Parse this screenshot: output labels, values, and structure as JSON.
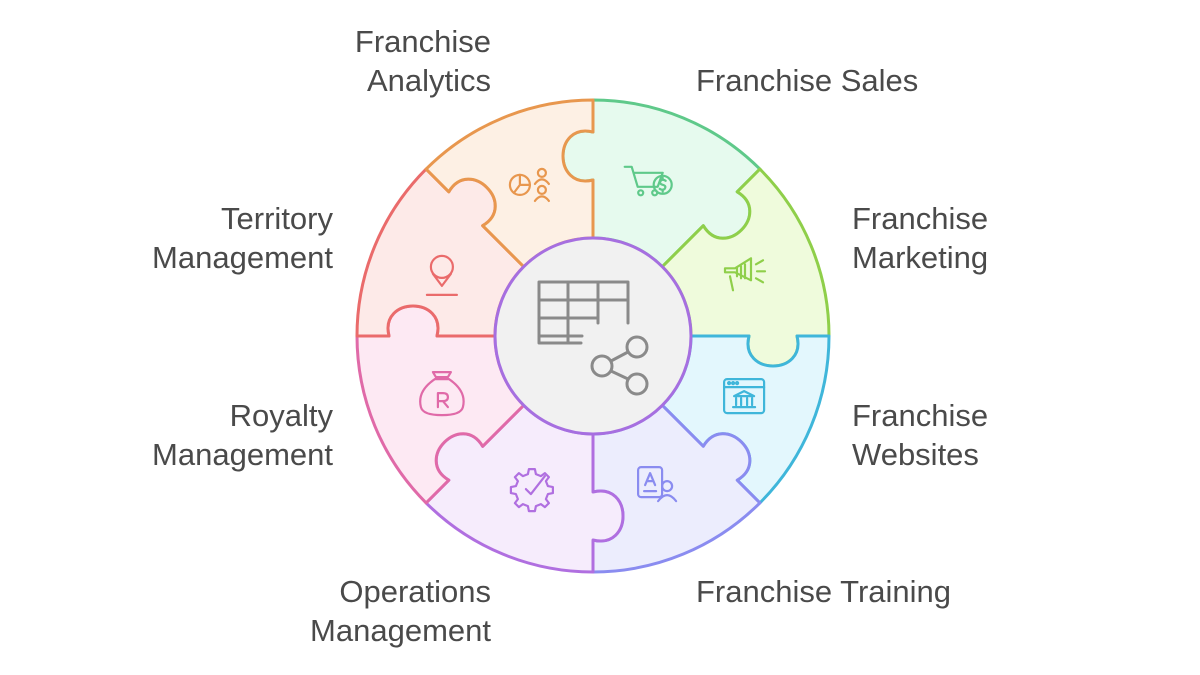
{
  "center": {
    "name": "central-hub",
    "icon": "table-share-icon"
  },
  "segments": [
    {
      "key": "sales",
      "lines": [
        "Franchise Sales"
      ],
      "icon": "cart-dollar-icon",
      "fill": "#e6faee",
      "stroke": "#5fc98a"
    },
    {
      "key": "marketing",
      "lines": [
        "Franchise",
        "Marketing"
      ],
      "icon": "megaphone-icon",
      "fill": "#effbdc",
      "stroke": "#8fcf4a"
    },
    {
      "key": "websites",
      "lines": [
        "Franchise",
        "Websites"
      ],
      "icon": "web-bank-icon",
      "fill": "#e3f7fd",
      "stroke": "#3fb6da"
    },
    {
      "key": "training",
      "lines": [
        "Franchise Training"
      ],
      "icon": "training-badge-icon",
      "fill": "#ecedfd",
      "stroke": "#8a8cf0"
    },
    {
      "key": "operations",
      "lines": [
        "Operations",
        "Management"
      ],
      "icon": "gear-check-icon",
      "fill": "#f6ecfc",
      "stroke": "#b06fe0"
    },
    {
      "key": "royalty",
      "lines": [
        "Royalty",
        "Management"
      ],
      "icon": "money-bag-icon",
      "fill": "#fde9f3",
      "stroke": "#e06aa8"
    },
    {
      "key": "territory",
      "lines": [
        "Territory",
        "Management"
      ],
      "icon": "location-pin-icon",
      "fill": "#fdeae8",
      "stroke": "#ea6b6b"
    },
    {
      "key": "analytics",
      "lines": [
        "Franchise",
        "Analytics"
      ],
      "icon": "pie-chart-users-icon",
      "fill": "#fdf0e4",
      "stroke": "#e8974e"
    }
  ]
}
